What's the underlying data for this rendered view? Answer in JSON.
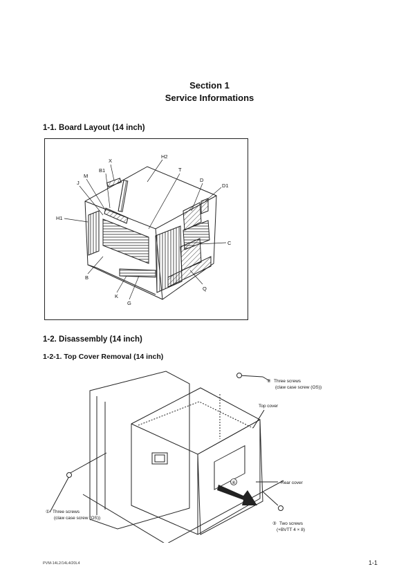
{
  "section": {
    "number_label": "Section 1",
    "title": "Service Informations"
  },
  "board_layout": {
    "heading": "1-1.   Board Layout (14 inch)",
    "labels": [
      "X",
      "H2",
      "B1",
      "T",
      "M",
      "D",
      "J",
      "D1",
      "H1",
      "C",
      "B",
      "Q",
      "K",
      "G"
    ]
  },
  "disassembly": {
    "heading": "1-2.   Disassembly (14 inch)",
    "subheading": "1-2-1.   Top Cover Removal (14 inch)",
    "callouts": {
      "three_screws_top_line1": "Three screws",
      "three_screws_top_line2": "(claw case screw (OS))",
      "top_cover": "Top cover",
      "rear_cover": "Rear cover",
      "three_screws_left_line1": "Three screws",
      "three_screws_left_line2": "(claw case screw (OS))",
      "two_screws_line1": "Two screws",
      "two_screws_line2": "(+BVTT 4 × 8)"
    },
    "step_marks": [
      "①",
      "②",
      "③",
      "④"
    ]
  },
  "footer": {
    "model": "PVM-14L2/14L4/20L4",
    "page": "1-1"
  }
}
